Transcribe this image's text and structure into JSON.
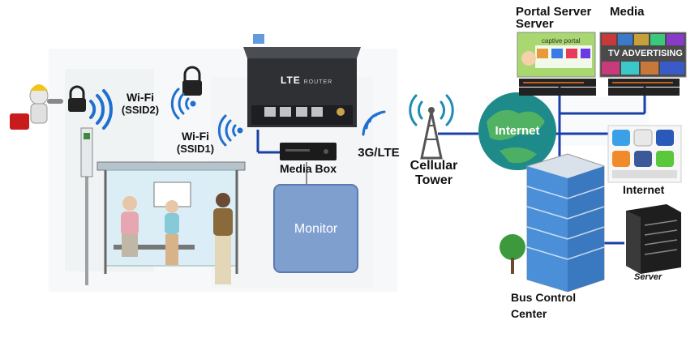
{
  "labels": {
    "wifi2_a": "Wi-Fi",
    "wifi2_b": "(SSID2)",
    "wifi1_a": "Wi-Fi",
    "wifi1_b": "(SSID1)",
    "media_box": "Media Box",
    "monitor": "Monitor",
    "lte_link": "3G/LTE",
    "tower_a": "Cellular",
    "tower_b": "Tower",
    "internet_globe": "Internet",
    "portal_a": "Portal Server",
    "portal_b": "Server",
    "media_title": "Media",
    "captive_portal": "captive portal",
    "tv_ads": "TV ADVERTISING",
    "internet_social": "Internet",
    "bus_control_a": "Bus Control",
    "bus_control_b": "Center",
    "server": "Server",
    "router_brand": "LTE",
    "router_model": "ROUTER"
  },
  "colors": {
    "wifi": "#1f6fd1",
    "link_line": "#1b3fa8",
    "monitor_fill": "#7f9fcf",
    "monitor_border": "#5a7ab0",
    "globe": "#1e8a8a",
    "building_glass": "#4a8fd8",
    "tower": "#555555"
  }
}
